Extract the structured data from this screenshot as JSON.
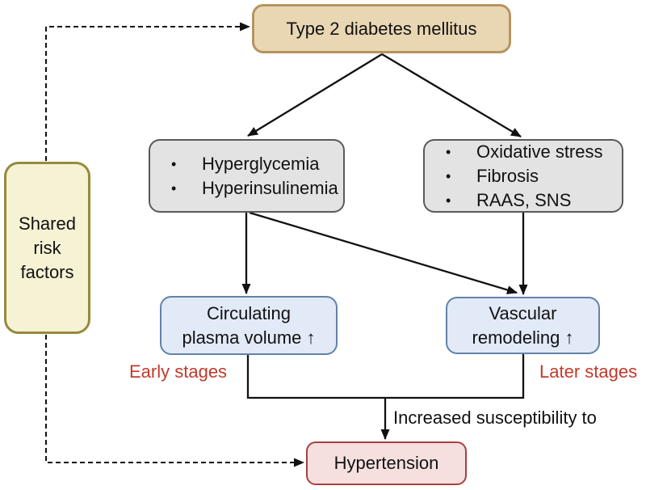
{
  "diagram": {
    "bullet": "•",
    "nodes": {
      "t2dm": {
        "label": "Type 2 diabetes mellitus",
        "fill": "#e9d7b4",
        "border": "#b7945f"
      },
      "shared_risk": {
        "label": "Shared risk factors",
        "fill": "#f6f2d4",
        "border": "#97893c"
      },
      "metabolic": {
        "items": [
          "Hyperglycemia",
          "Hyperinsulinemia"
        ],
        "fill": "#e3e3e3",
        "border": "#5a5a5a"
      },
      "stress": {
        "items": [
          "Oxidative stress",
          "Fibrosis",
          "RAAS, SNS"
        ],
        "fill": "#e3e3e3",
        "border": "#5a5a5a"
      },
      "plasma": {
        "label": "Circulating plasma volume ↑",
        "fill": "#e1eaf6",
        "border": "#6282ab"
      },
      "vascular": {
        "label": "Vascular remodeling ↑",
        "fill": "#e1eaf6",
        "border": "#6282ab"
      },
      "hypertension": {
        "label": "Hypertension",
        "fill": "#f6e0df",
        "border": "#a84040"
      }
    },
    "annotations": {
      "early_stages": {
        "label": "Early stages",
        "color": "#c13a2c"
      },
      "later_stages": {
        "label": "Later stages",
        "color": "#c13a2c"
      },
      "susceptibility": {
        "label": "Increased susceptibility to",
        "color": "#111111"
      }
    },
    "edge_color": "#111111"
  }
}
